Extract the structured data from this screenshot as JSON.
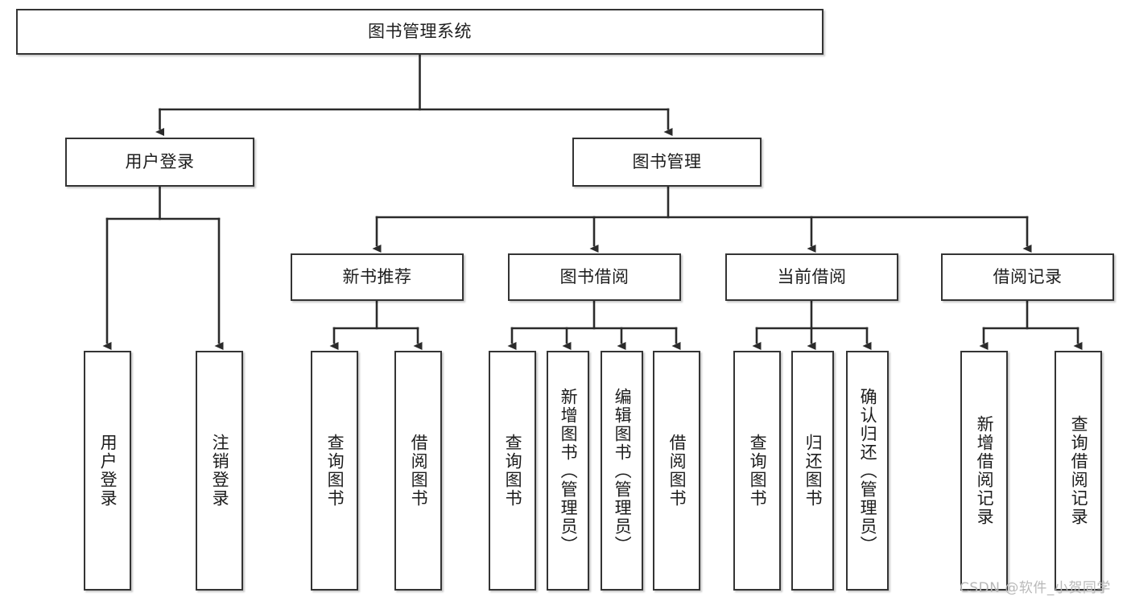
{
  "diagram": {
    "title": "图书管理系统",
    "type": "tree-hierarchy-diagram",
    "colors": {
      "box_border": "#343434",
      "box_fill": "#ffffff",
      "connector": "#2b2b2b",
      "watermark": "#b9b9b9",
      "background": "#ffffff"
    },
    "root": {
      "label": "图书管理系统"
    },
    "level2": [
      {
        "label": "用户登录"
      },
      {
        "label": "图书管理"
      }
    ],
    "level3": [
      {
        "label": "新书推荐"
      },
      {
        "label": "图书借阅"
      },
      {
        "label": "当前借阅"
      },
      {
        "label": "借阅记录"
      }
    ],
    "leaves": {
      "user_login": [
        {
          "label": "用户登录"
        },
        {
          "label": "注销登录"
        }
      ],
      "new_book_recommend": [
        {
          "label": "查询图书"
        },
        {
          "label": "借阅图书"
        }
      ],
      "book_borrow": [
        {
          "label": "查询图书"
        },
        {
          "label": "新增图书（管理员）"
        },
        {
          "label": "编辑图书（管理员）"
        },
        {
          "label": "借阅图书"
        }
      ],
      "current_borrow": [
        {
          "label": "查询图书"
        },
        {
          "label": "归还图书"
        },
        {
          "label": "确认归还（管理员）"
        }
      ],
      "borrow_record": [
        {
          "label": "新增借阅记录"
        },
        {
          "label": "查询借阅记录"
        }
      ]
    }
  },
  "watermark": {
    "text": "CSDN @软件_小贺同学"
  }
}
